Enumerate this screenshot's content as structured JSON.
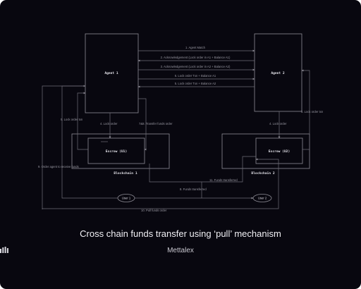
{
  "nodes": {
    "agent1": "Agent 1",
    "agent2": "Agent 2",
    "escrow1": "Escrow (U1)",
    "escrow2": "Escrow (U2)",
    "blockchain1": "Blockchain 1",
    "blockchain2": "Blockchain 2",
    "user1": "User 1",
    "user2": "User 2"
  },
  "edges": {
    "e1": "1. Agent Match",
    "e2": "2. Acknowledgement (Lock order in A1 + Balance A1)",
    "e3": "3. Acknowledgement (Lock order in A2 + Balance A2)",
    "e6": "6. Lock order Txn + Balance A1",
    "e5_mid": "5. Lock order Txn + Balance A2",
    "e5_left": "5. Lock order txn",
    "e5_right": "5. Lock order txn",
    "e4_left": "4. Lock order",
    "e4_right": "4. Lock order",
    "e7": "7&8. Transfer funds order",
    "e9": "9. Order agent to receive funds",
    "e11": "11. Funds transferred",
    "e8": "8. Funds transferred",
    "e10": "10. Pull funds order"
  },
  "caption": "Cross chain funds transfer using ‘pull’ mechanism",
  "brand": {
    "name": "Mettalex",
    "logo_icon": "mettalex-logo-icon"
  },
  "colors": {
    "background": "#08070f",
    "lines": "#6f6e78",
    "text": "#9a99a3",
    "caption": "#f1f0f5"
  }
}
